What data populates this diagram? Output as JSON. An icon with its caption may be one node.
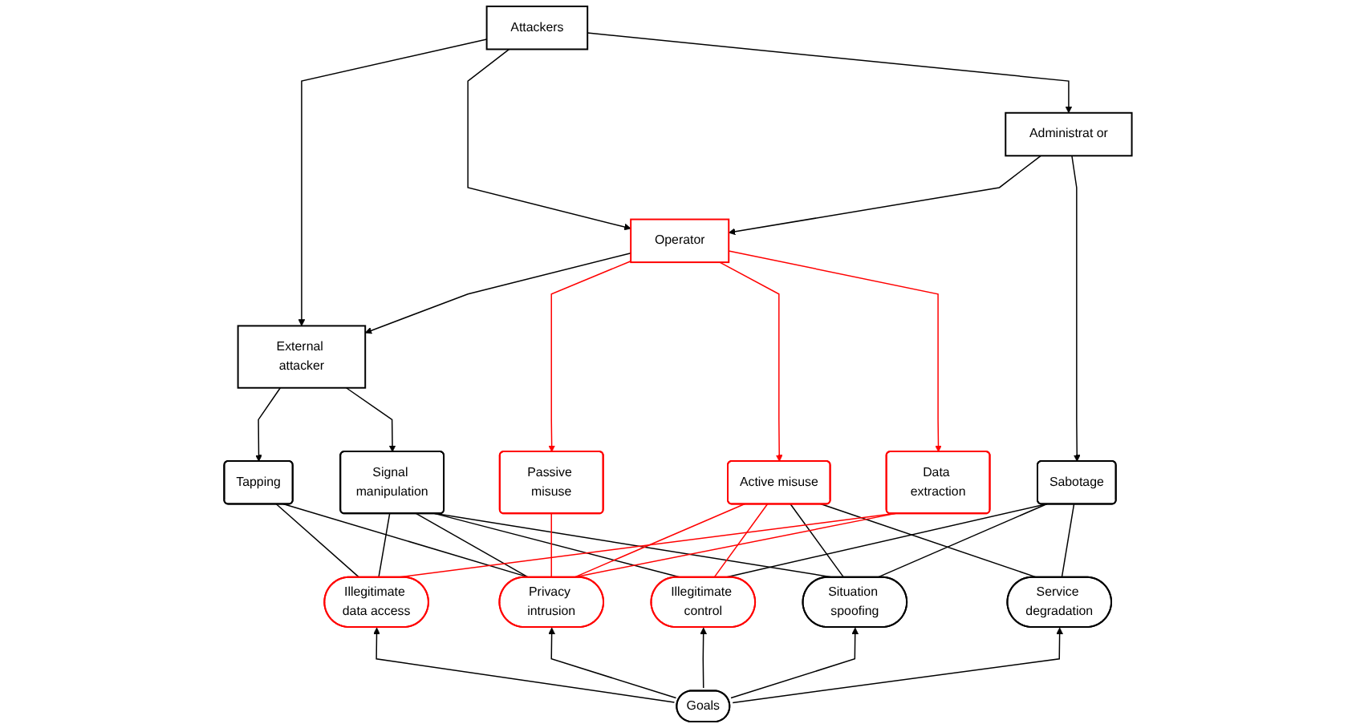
{
  "diagram": {
    "nodes": [
      {
        "text": [
          "Attackers"
        ]
      },
      {
        "text": [
          "External attacker"
        ]
      },
      {
        "text": [
          "Operator"
        ]
      },
      {
        "text": [
          "Administrat or"
        ]
      },
      {
        "text": [
          "Tapping"
        ]
      },
      {
        "text": [
          "Signal manipulation"
        ]
      },
      {
        "text": [
          "Passive misuse"
        ]
      },
      {
        "text": [
          "Active misuse"
        ]
      },
      {
        "text": [
          "Data extraction"
        ]
      },
      {
        "text": [
          "Sabotage"
        ]
      },
      {
        "text": [
          "Illegitimate control"
        ]
      },
      {
        "text": [
          "Illegitimate data access"
        ]
      },
      {
        "text": [
          "Privacy intrusion"
        ]
      },
      {
        "text": [
          "Service degradation"
        ]
      },
      {
        "text": [
          "Situation spoofing"
        ]
      },
      {
        "text": [
          "Goals"
        ]
      }
    ],
    "edges": [
      {
        "from": 0,
        "to": 1,
        "arrow": "to"
      },
      {
        "from": 0,
        "to": 2,
        "arrow": "to"
      },
      {
        "from": 0,
        "to": 3,
        "arrow": "to"
      },
      {
        "from": 3,
        "to": 2,
        "arrow": "to"
      },
      {
        "from": 2,
        "to": 1,
        "arrow": "to"
      },
      {
        "from": 1,
        "to": 4,
        "arrow": "to"
      },
      {
        "from": 1,
        "to": 5,
        "arrow": "to"
      },
      {
        "from": 2,
        "to": 6,
        "arrow": "to",
        "color": "#ff0000"
      },
      {
        "from": 2,
        "to": 7,
        "arrow": "to",
        "color": "#ff0000"
      },
      {
        "from": 2,
        "to": 8,
        "arrow": "to",
        "color": "#ff0000"
      },
      {
        "from": 3,
        "to": 9,
        "arrow": "to"
      },
      {
        "from": 4,
        "to": 11,
        "arrow": "none"
      },
      {
        "from": 4,
        "to": 12,
        "arrow": "none"
      },
      {
        "from": 5,
        "to": 10,
        "arrow": "none"
      },
      {
        "from": 5,
        "to": 11,
        "arrow": "none"
      },
      {
        "from": 5,
        "to": 12,
        "arrow": "none"
      },
      {
        "from": 5,
        "to": 14,
        "arrow": "none"
      },
      {
        "from": 6,
        "to": 12,
        "arrow": "none",
        "color": "#ff0000"
      },
      {
        "from": 7,
        "to": 10,
        "arrow": "none",
        "color": "#ff0000"
      },
      {
        "from": 7,
        "to": 12,
        "arrow": "none",
        "color": "#ff0000"
      },
      {
        "from": 7,
        "to": 13,
        "arrow": "none"
      },
      {
        "from": 7,
        "to": 14,
        "arrow": "none"
      },
      {
        "from": 8,
        "to": 11,
        "arrow": "none",
        "color": "#ff0000"
      },
      {
        "from": 8,
        "to": 12,
        "arrow": "none",
        "color": "#ff0000"
      },
      {
        "from": 9,
        "to": 10,
        "arrow": "none"
      },
      {
        "from": 9,
        "to": 13,
        "arrow": "none"
      },
      {
        "from": 9,
        "to": 14,
        "arrow": "none"
      },
      {
        "from": 15,
        "to": 10,
        "arrow": "to"
      },
      {
        "from": 15,
        "to": 11,
        "arrow": "to"
      },
      {
        "from": 15,
        "to": 12,
        "arrow": "to"
      },
      {
        "from": 15,
        "to": 13,
        "arrow": "to"
      },
      {
        "from": 15,
        "to": 14,
        "arrow": "to"
      }
    ]
  }
}
